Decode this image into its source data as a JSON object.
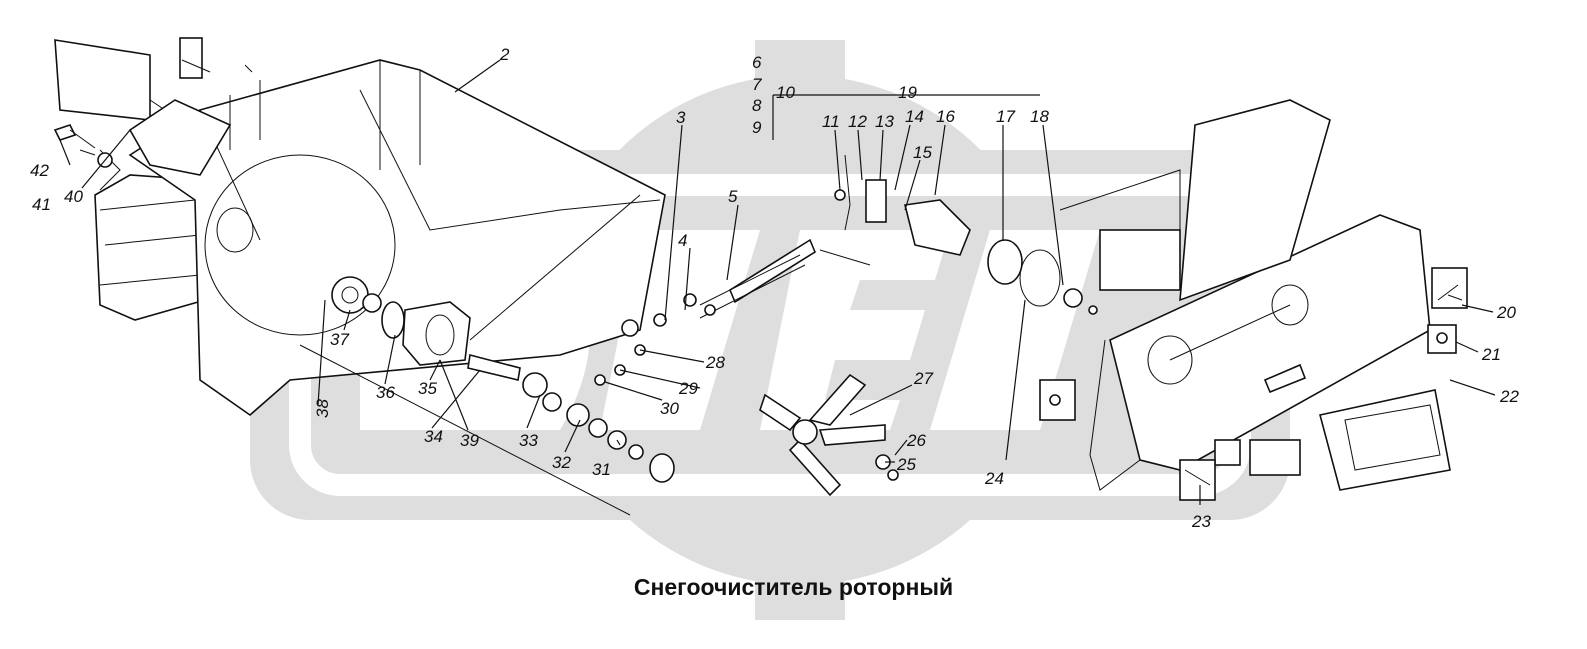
{
  "caption": "Снегоочиститель роторный",
  "labels": {
    "n2": "2",
    "n3": "3",
    "n4": "4",
    "n5": "5",
    "n6": "6",
    "n7": "7",
    "n8": "8",
    "n9": "9",
    "n10": "10",
    "n11": "11",
    "n12": "12",
    "n13": "13",
    "n14": "14",
    "n15": "15",
    "n16": "16",
    "n17": "17",
    "n18": "18",
    "n19": "19",
    "n20": "20",
    "n21": "21",
    "n22": "22",
    "n23": "23",
    "n24": "24",
    "n25": "25",
    "n26": "26",
    "n27": "27",
    "n28": "28",
    "n29": "29",
    "n30": "30",
    "n31": "31",
    "n32": "32",
    "n33": "33",
    "n34": "34",
    "n35": "35",
    "n36": "36",
    "n37": "37",
    "n38": "38",
    "n39": "39",
    "n40": "40",
    "n41": "41",
    "n42": "42"
  },
  "colors": {
    "ink": "#111111",
    "watermark": "#d9d9d9"
  }
}
